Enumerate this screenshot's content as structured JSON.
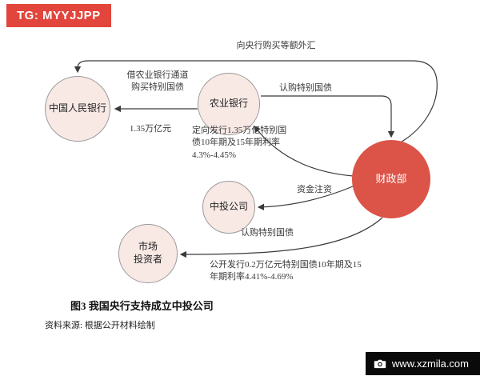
{
  "watermarks": {
    "tg_badge": {
      "text": "TG: MYYJJPP",
      "bg": "#e2453b",
      "color": "#ffffff"
    },
    "site_bar": {
      "text": "www.xzmila.com",
      "bg": "#0a0a0a",
      "color": "#ffffff",
      "icon": "camera-icon"
    }
  },
  "diagram": {
    "nodes": {
      "pboc": {
        "label": "中国人民银行"
      },
      "abc": {
        "label": "农业银行"
      },
      "mof": {
        "label": "财政部"
      },
      "cic": {
        "label": "中投公司"
      },
      "investors": {
        "label_line1": "市场",
        "label_line2": "投资者"
      }
    },
    "labels": {
      "buy_fx": "向央行购买等额外汇",
      "channel_line1": "借农业银行通道",
      "channel_line2": "购买特别国债",
      "amount": "1.35万亿元",
      "subscribe_abc": "认购特别国债",
      "directed_line1": "定向发行1.35万亿特别国",
      "directed_line2": "债10年期及15年期利率",
      "directed_line3": "4.3%-4.45%",
      "inject": "资金注资",
      "subscribe_market": "认购特别国债",
      "public_line1": "公开发行0.2万亿元特别国债10年期及15",
      "public_line2": "年期利率4.41%-4.69%"
    },
    "caption": "图3   我国央行支持成立中投公司",
    "source": "资料来源: 根据公开材料绘制",
    "colors": {
      "node_fill": "#f8e9e5",
      "node_border": "#9a9a9a",
      "mof_fill": "#dc5347",
      "arrow": "#3a3a3a",
      "label_text": "#3a3a3a"
    }
  }
}
